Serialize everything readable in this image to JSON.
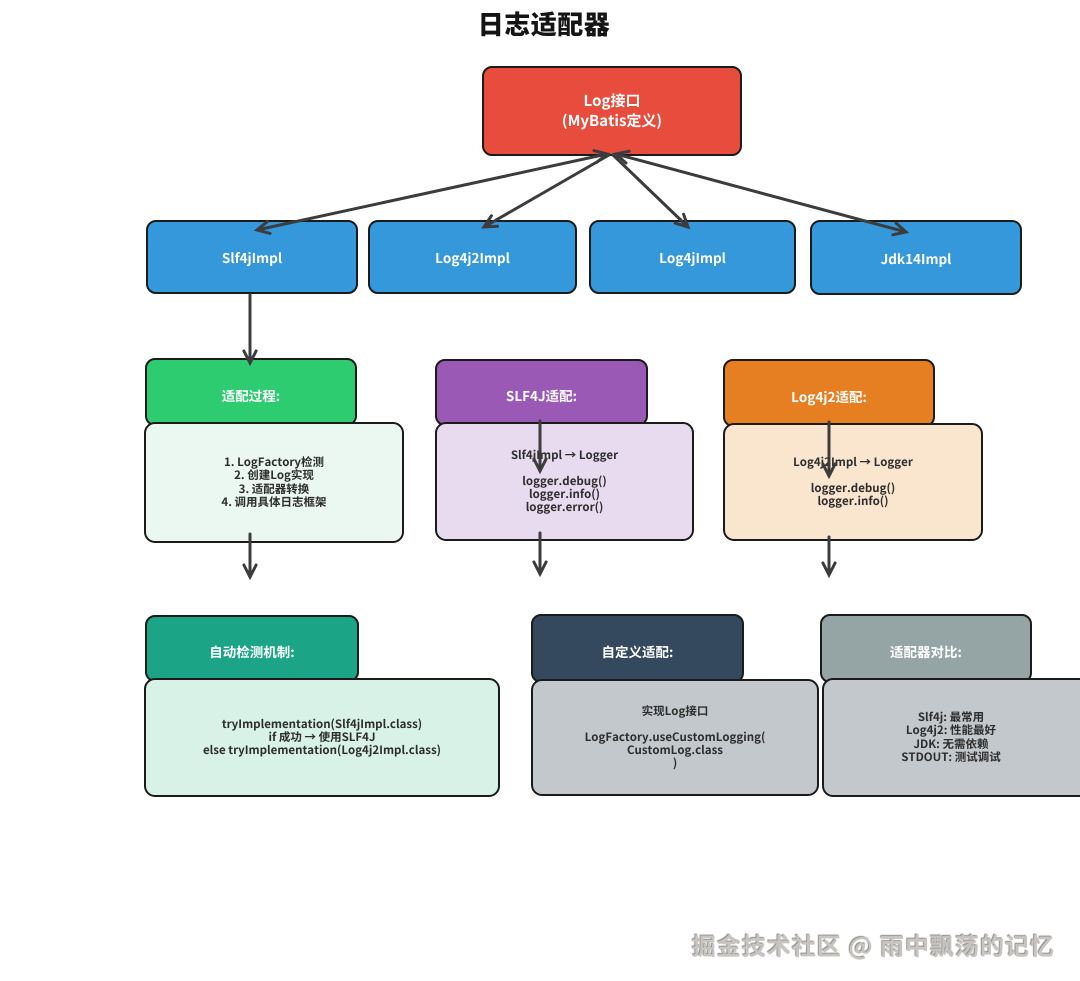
{
  "title": "日志适配器",
  "colors": {
    "background": "#ffffff",
    "border": "#1b1b1b",
    "arrow": "#3c3c3c",
    "red": "#e74c3c",
    "blue": "#3498db",
    "green": "#2ecc71",
    "green_light": "#eaf8f1",
    "purple": "#9b59b6",
    "purple_light": "#e8daef",
    "orange": "#e67e22",
    "orange_light": "#fae5cf",
    "teal": "#1ba486",
    "teal_light": "#d9f2e7",
    "navy": "#34495e",
    "gray": "#95a5a6",
    "silver": "#c3c8cc"
  },
  "nodes": {
    "log_interface": {
      "line1": "Log接口",
      "line2": "(MyBatis定义)"
    },
    "impls": [
      {
        "label": "Slf4jImpl"
      },
      {
        "label": "Log4j2Impl"
      },
      {
        "label": "Log4jImpl"
      },
      {
        "label": "Jdk14Impl"
      }
    ],
    "adapt_process": {
      "title": "适配过程:",
      "lines": [
        "1. LogFactory检测",
        "2. 创建Log实现",
        "3. 适配器转换",
        "4. 调用具体日志框架"
      ]
    },
    "slf4j_adapter": {
      "title": "SLF4J适配:",
      "lines": [
        "Slf4jImpl → Logger",
        "",
        "logger.debug()",
        "logger.info()",
        "logger.error()"
      ]
    },
    "log4j2_adapter": {
      "title": "Log4j2适配:",
      "lines": [
        "Log4j2Impl → Logger",
        "",
        "logger.debug()",
        "logger.info()"
      ]
    },
    "auto_detect": {
      "title": "自动检测机制:",
      "lines": [
        "tryImplementation(Slf4jImpl.class)",
        "if 成功 → 使用SLF4J",
        "else tryImplementation(Log4j2Impl.class)"
      ]
    },
    "custom_adapter": {
      "title": "自定义适配:",
      "lines": [
        "实现Log接口",
        "",
        "LogFactory.useCustomLogging(",
        "CustomLog.class",
        ")"
      ]
    },
    "adapter_compare": {
      "title": "适配器对比:",
      "lines": [
        "Slf4j: 最常用",
        "Log4j2: 性能最好",
        "JDK: 无需依赖",
        "STDOUT: 测试调试"
      ]
    }
  },
  "watermark": "掘金技术社区 @ 雨中飘荡的记忆"
}
